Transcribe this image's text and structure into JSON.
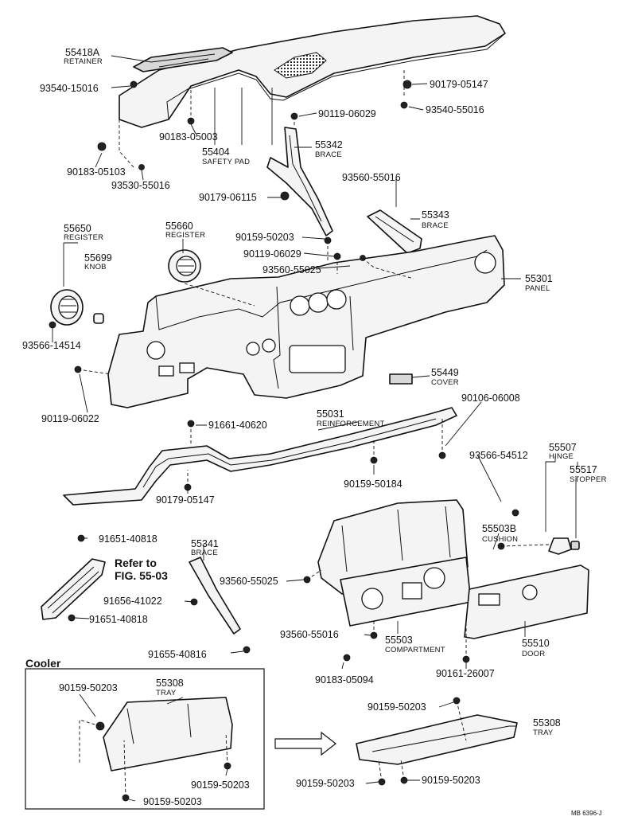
{
  "labels": {
    "l55418A": "55418A",
    "n55418A": "RETAINER",
    "l93540_15016": "93540-15016",
    "l90179_05147a": "90179-05147",
    "l93540_55016": "93540-55016",
    "l90119_06029a": "90119-06029",
    "l90183_05003": "90183-05003",
    "l55404": "55404",
    "n55404": "SAFETY PAD",
    "l55342": "55342",
    "n55342": "BRACE",
    "l90183_05103": "90183-05103",
    "l93530_55016": "93530-55016",
    "l93560_55016a": "93560-55016",
    "l90179_06115": "90179-06115",
    "l55343": "55343",
    "n55343": "BRACE",
    "l55650": "55650",
    "n55650": "REGISTER",
    "l55660": "55660",
    "n55660": "REGISTER",
    "l55699": "55699",
    "n55699": "KNOB",
    "l90159_50203a": "90159-50203",
    "l90119_06029b": "90119-06029",
    "l93560_55025a": "93560-55025",
    "l55301": "55301",
    "n55301": "PANEL",
    "l93566_14514": "93566-14514",
    "l55449": "55449",
    "n55449": "COVER",
    "l90119_06022": "90119-06022",
    "l91661_40620": "91661-40620",
    "l55031": "55031",
    "n55031": "REINFORCEMENT",
    "l90106_06008": "90106-06008",
    "l55507": "55507",
    "n55507": "HINGE",
    "l93566_54512": "93566-54512",
    "l55517": "55517",
    "n55517": "STOPPER",
    "l90159_50184": "90159-50184",
    "l90179_05147b": "90179-05147",
    "l91651_40818a": "91651-40818",
    "l55341": "55341",
    "n55341": "BRACE",
    "l55503B": "55503B",
    "n55503B": "CUSHION",
    "refer1": "Refer to",
    "refer2": "FIG. 55-03",
    "l93560_55025b": "93560-55025",
    "l91656_41022": "91656-41022",
    "l91651_40818b": "91651-40818",
    "l93560_55016b": "93560-55016",
    "l55503": "55503",
    "n55503": "COMPARTMENT",
    "l55510": "55510",
    "n55510": "DOOR",
    "l91655_40816": "91655-40816",
    "l90183_05094": "90183-05094",
    "l90161_26007": "90161-26007",
    "cooler": "Cooler",
    "l90159_50203b": "90159-50203",
    "l55308a": "55308",
    "n55308a": "TRAY",
    "l90159_50203c": "90159-50203",
    "l55308b": "55308",
    "n55308b": "TRAY",
    "l90159_50203d": "90159-50203",
    "l90159_50203e": "90159-50203",
    "l90159_50203f": "90159-50203",
    "l90159_50203g": "90159-50203",
    "code": "MB 6396-J"
  }
}
